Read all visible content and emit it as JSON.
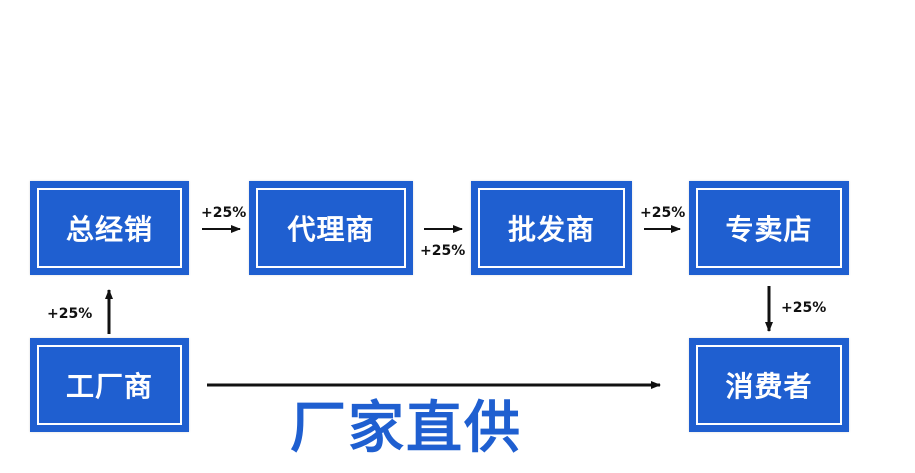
{
  "nodes": {
    "general_distributor": "总经销",
    "agent": "代理商",
    "wholesaler": "批发商",
    "store": "专卖店",
    "factory": "工厂商",
    "consumer": "消费者"
  },
  "markups": {
    "factory_to_general": "+25%",
    "general_to_agent": "+25%",
    "agent_to_wholesaler": "+25%",
    "wholesaler_to_store": "+25%",
    "store_to_consumer": "+25%"
  },
  "direct_supply": "厂家直供",
  "colors": {
    "box_blue": "#1f5fd0",
    "box_border": "#ffffff",
    "arrow": "#111111",
    "direct_text": "#1f5fd0"
  }
}
